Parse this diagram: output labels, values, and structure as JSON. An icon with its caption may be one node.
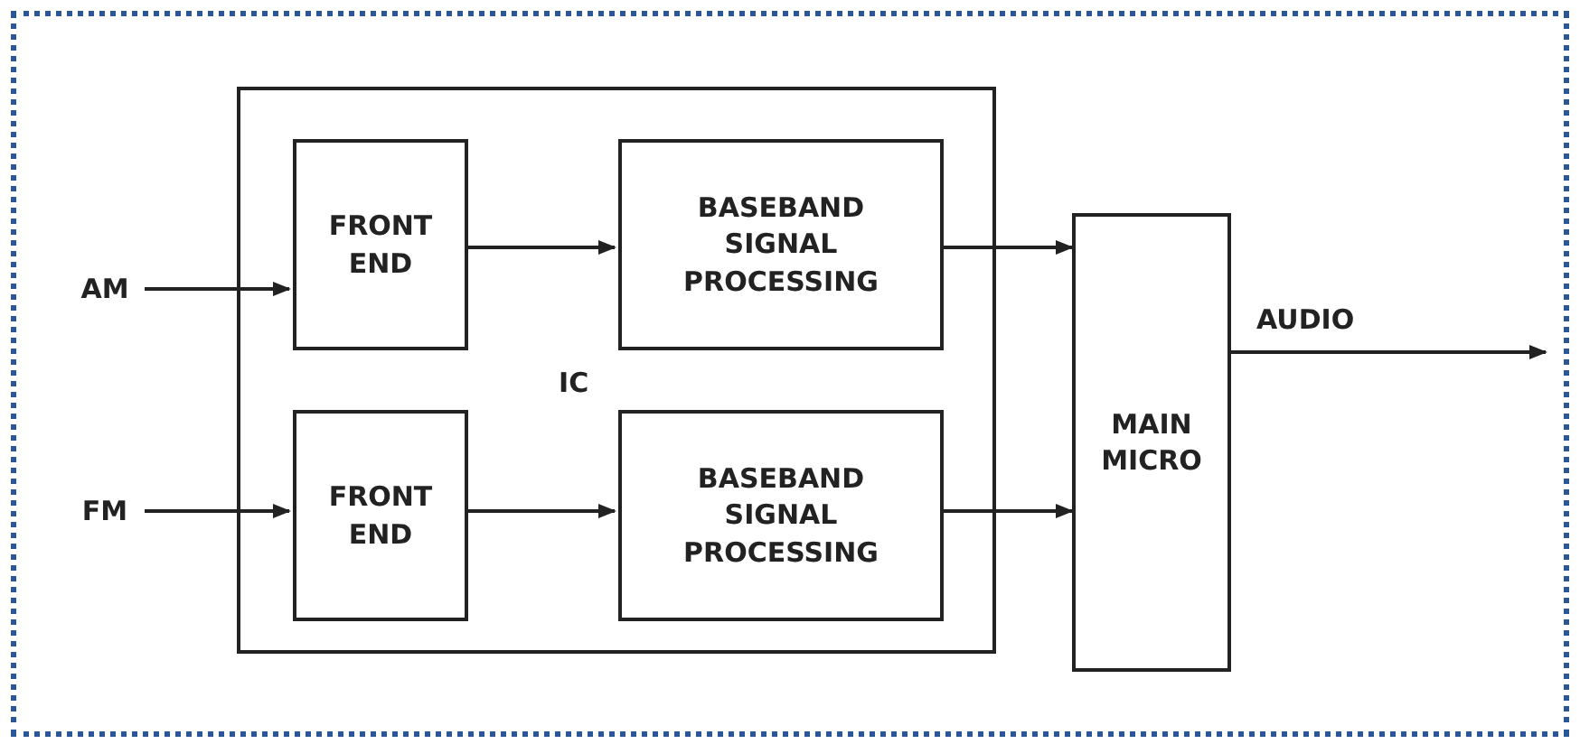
{
  "diagram": {
    "nodes": [
      {
        "text": [
          "IC"
        ]
      },
      {
        "text": [
          "AM"
        ]
      },
      {
        "text": [
          "FM"
        ]
      },
      {
        "text": [
          "FRONT END"
        ],
        "in": 0
      },
      {
        "text": [
          "BASEBAND SIGNAL PROCESSING"
        ],
        "in": 0
      },
      {
        "text": [
          "FRONT END"
        ],
        "in": 0
      },
      {
        "text": [
          "BASEBAND SIGNAL PROCESSING"
        ],
        "in": 0
      },
      {
        "text": [
          "MAIN MICRO"
        ]
      }
    ],
    "edges": [
      {
        "from": 1,
        "to": 3,
        "arrow": "to"
      },
      {
        "from": 3,
        "to": 4,
        "arrow": "to"
      },
      {
        "from": 4,
        "to": 7,
        "arrow": "to"
      },
      {
        "from": 2,
        "to": 5,
        "arrow": "to"
      },
      {
        "from": 5,
        "to": 6,
        "arrow": "to"
      },
      {
        "from": 6,
        "to": 7,
        "arrow": "to"
      },
      {
        "from": 7,
        "to": null,
        "arrow": "to",
        "label": "AUDIO"
      }
    ]
  }
}
